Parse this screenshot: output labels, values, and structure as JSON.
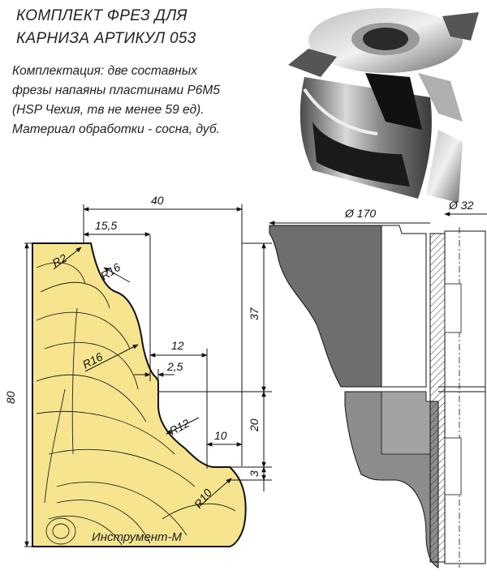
{
  "title": {
    "line1": "КОМПЛЕКТ ФРЕЗ ДЛЯ",
    "line2": "КАРНИЗА АРТИКУЛ 053"
  },
  "specs": {
    "line1": "Комплектация: две составных",
    "line2": "фрезы напаяны пластинами Р6М5",
    "line3": "(HSP Чехия, тв не менее 59 ед).",
    "line4": "Материал обработки - сосна, дуб."
  },
  "dimensions": {
    "width_total": "40",
    "width_top": "15,5",
    "step_12": "12",
    "step_2_5": "2,5",
    "step_10": "10",
    "height_total": "80",
    "height_37": "37",
    "height_20": "20",
    "height_3": "3",
    "radius_r2": "R2",
    "radius_r16_top": "R16",
    "radius_r16_mid": "R16",
    "radius_r12": "R12",
    "radius_r10": "R10",
    "diameter_outer": "Ø 170",
    "diameter_bore": "Ø 32"
  },
  "brand_label": "Инструмент-М",
  "colors": {
    "profile_fill": "#f6e58e",
    "cutter_upper": "#6e6e6e",
    "cutter_lower": "#8c8c8c",
    "line": "#111111"
  },
  "icons": {
    "photo": "milling-cutter-photo"
  }
}
